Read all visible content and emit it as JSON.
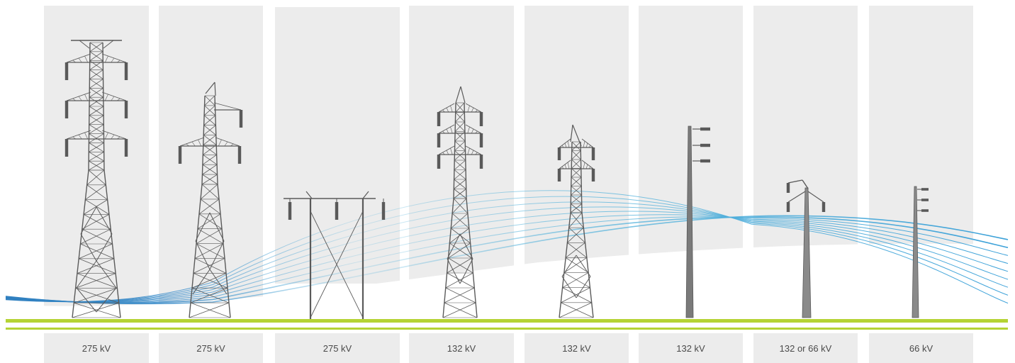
{
  "columns": [
    {
      "label": "275 kV",
      "structure": "lattice-tower-double-circuit"
    },
    {
      "label": "275 kV",
      "structure": "lattice-tower-angled"
    },
    {
      "label": "275 kV",
      "structure": "h-frame-tower"
    },
    {
      "label": "132 kV",
      "structure": "lattice-tower-double-circuit"
    },
    {
      "label": "132 kV",
      "structure": "lattice-tower-small"
    },
    {
      "label": "132 kV",
      "structure": "pole-with-insulators"
    },
    {
      "label": "132 or 66 kV",
      "structure": "pole-with-crossarm"
    },
    {
      "label": "66 kV",
      "structure": "pole-with-insulators"
    }
  ],
  "colors": {
    "panel": "#ececec",
    "structure": "#5a5a5a",
    "ground": "#b5d334",
    "wire_dark": "#2f7fbf",
    "wire_light": "#57b4dc",
    "label": "#4a4a4a"
  }
}
